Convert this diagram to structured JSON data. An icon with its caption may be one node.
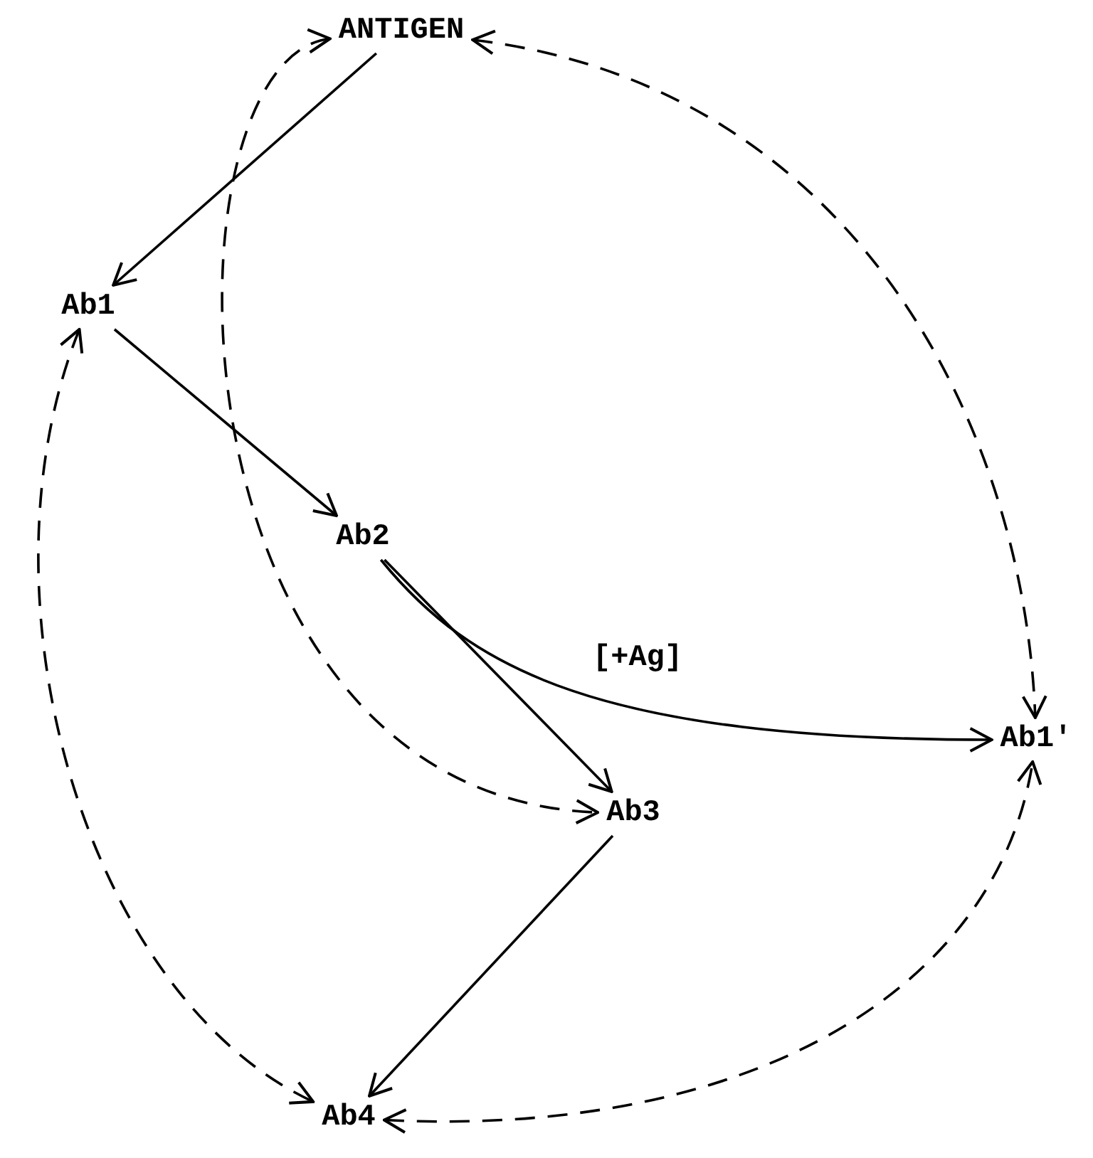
{
  "diagram": {
    "nodes": [
      {
        "text": [
          "ANTIGEN"
        ]
      },
      {
        "text": [
          "Ab1"
        ]
      },
      {
        "text": [
          "Ab2"
        ]
      },
      {
        "text": [
          "Ab3"
        ]
      },
      {
        "text": [
          "Ab1'"
        ]
      },
      {
        "text": [
          "Ab4"
        ]
      }
    ],
    "edges": [
      {
        "from": 0,
        "to": 1,
        "arrow": "to"
      },
      {
        "from": 1,
        "to": 2,
        "arrow": "to"
      },
      {
        "from": 2,
        "to": 3,
        "arrow": "to"
      },
      {
        "from": 2,
        "to": 4,
        "arrow": "to",
        "label": "[+Ag]"
      },
      {
        "from": 3,
        "to": 5,
        "arrow": "to"
      },
      {
        "from": 0,
        "to": 3,
        "arrow": "both",
        "style": "dashed"
      },
      {
        "from": 0,
        "to": 4,
        "arrow": "both",
        "style": "dashed"
      },
      {
        "from": 1,
        "to": 5,
        "arrow": "both",
        "style": "dashed"
      },
      {
        "from": 5,
        "to": 4,
        "arrow": "both",
        "style": "dashed"
      }
    ]
  }
}
